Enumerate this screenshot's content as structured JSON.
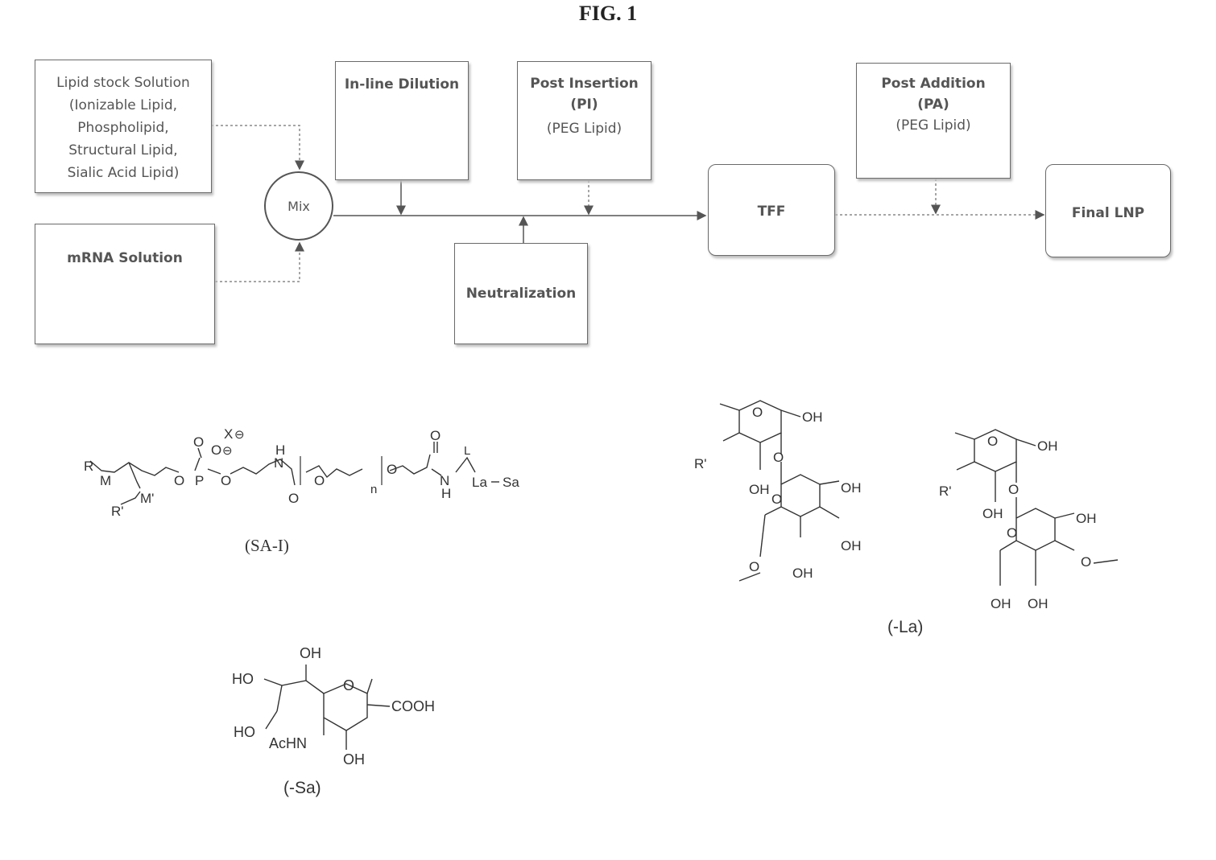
{
  "figure": {
    "title": "FIG. 1"
  },
  "flow": {
    "lipid_stock": {
      "lines": [
        "Lipid stock Solution",
        "(Ionizable Lipid,",
        "Phospholipid,",
        "Structural Lipid,",
        "Sialic Acid Lipid)"
      ]
    },
    "mrna": {
      "label": "mRNA Solution"
    },
    "mix": {
      "label": "Mix"
    },
    "inline_dilution": {
      "label": "In-line Dilution"
    },
    "neutralization": {
      "label": "Neutralization"
    },
    "post_insertion": {
      "lines": [
        "Post Insertion",
        "(PI)",
        "(PEG Lipid)"
      ]
    },
    "tff": {
      "label": "TFF"
    },
    "post_addition": {
      "lines": [
        "Post Addition",
        "(PA)",
        "(PEG Lipid)"
      ]
    },
    "final_lnp": {
      "label": "Final LNP"
    }
  },
  "structures": {
    "sa1": {
      "caption": "(SA-I)",
      "atoms": {
        "r": "R",
        "m": "M",
        "m_prime": "M'",
        "r_prime": "R'",
        "x": "X",
        "o": "O",
        "p": "P",
        "h": "H",
        "n_atom": "N",
        "n_index": "n",
        "l": "L",
        "la": "La",
        "sa": "Sa",
        "minus": "⊖"
      }
    },
    "la": {
      "caption": "(-La)",
      "atoms": {
        "o": "O",
        "oh": "OH",
        "r_prime": "R'"
      }
    },
    "sa": {
      "caption": "(-Sa)",
      "atoms": {
        "oh": "OH",
        "ho": "HO",
        "o": "O",
        "cooh": "COOH",
        "achn": "AcHN"
      }
    }
  }
}
